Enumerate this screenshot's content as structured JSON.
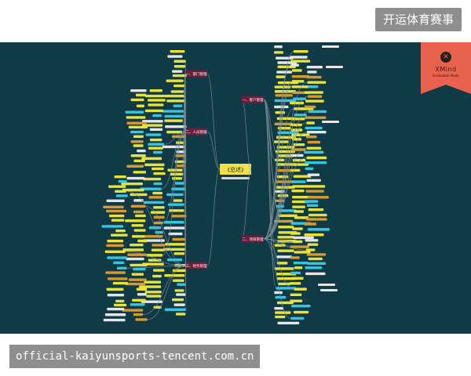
{
  "header": {
    "badge_text": "开运体育赛事"
  },
  "ribbon": {
    "logo_glyph": "✕",
    "title": "XMind",
    "subtitle": "Evaluation Mode"
  },
  "mindmap": {
    "central_topic": "《总述》",
    "central_caption": "",
    "branches": [
      {
        "label": "一、部门管理",
        "side": "left"
      },
      {
        "label": "二、人员管理",
        "side": "left"
      },
      {
        "label": "三、财务管理",
        "side": "left"
      },
      {
        "label": "一、客户管理",
        "side": "right"
      },
      {
        "label": "二、项目管理",
        "side": "right"
      }
    ],
    "colors": {
      "background": "#0f3a46",
      "central": "#f2e14a",
      "branch": "#6b1e3a",
      "branch_text": "#ffffff",
      "leaf_yellow": "#e8e23a",
      "leaf_cyan": "#37c6e0",
      "leaf_orange": "#d99a2b",
      "leaf_white": "#e6e6e6",
      "connector": "#7d8f96"
    }
  },
  "footer": {
    "url_text": "official-kaiyunsports-tencent.com.cn"
  }
}
